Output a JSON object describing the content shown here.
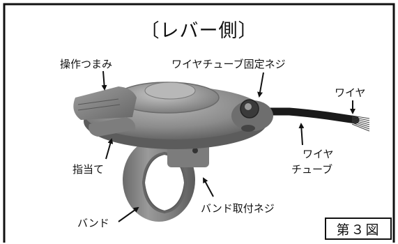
{
  "title": "〔レバー側〕",
  "labels": {
    "operation_knob": "操作つまみ",
    "wire_tube_fixing_screw": "ワイヤチューブ固定ネジ",
    "wire": "ワイヤ",
    "finger_rest": "指当て",
    "wire_tube_line1": "ワイヤ",
    "wire_tube_line2": "チューブ",
    "band_fixing_screw": "バンド取付ネジ",
    "band": "バンド"
  },
  "figure_number": "第３図",
  "colors": {
    "frame": "#111111",
    "lever_body": "#8a8a8a",
    "band": "#7a7a7a",
    "wire": "#1a1a1a"
  }
}
